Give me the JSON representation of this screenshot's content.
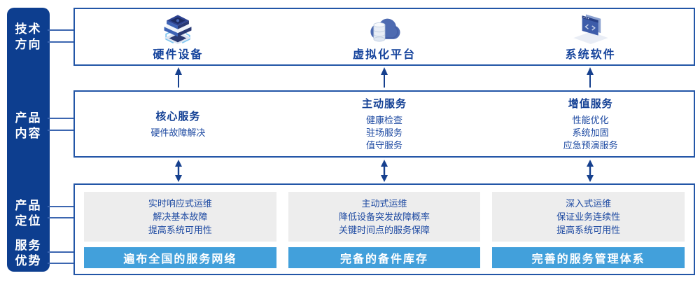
{
  "colors": {
    "sidebar_bg": "#0d3e8f",
    "box_border": "#2356a7",
    "heading_text": "#123f94",
    "body_text": "#1e4aa2",
    "panel_bg": "#ededed",
    "banner_bg": "#42a0db",
    "banner_text": "#ffffff",
    "arrow": "#16408e"
  },
  "sidebar": {
    "items": [
      {
        "label": "技术\n方向"
      },
      {
        "label": "产品\n内容"
      },
      {
        "label": "产品\n定位"
      },
      {
        "label": "服务\n优势"
      }
    ]
  },
  "tech_row": {
    "items": [
      {
        "icon": "server-stack-icon",
        "label": "硬件设备"
      },
      {
        "icon": "cloud-database-icon",
        "label": "虚拟化平台"
      },
      {
        "icon": "code-window-icon",
        "label": "系统软件"
      }
    ]
  },
  "services_row": {
    "columns": [
      {
        "title": "核心服务",
        "items": [
          "硬件故障解决"
        ]
      },
      {
        "title": "主动服务",
        "items": [
          "健康检查",
          "驻场服务",
          "值守服务"
        ]
      },
      {
        "title": "增值服务",
        "items": [
          "性能优化",
          "系统加固",
          "应急预演服务"
        ]
      }
    ]
  },
  "positioning_row": {
    "columns": [
      {
        "lines": [
          "实时响应式运维",
          "解决基本故障",
          "提高系统可用性"
        ],
        "banner": "遍布全国的服务网络"
      },
      {
        "lines": [
          "主动式运维",
          "降低设备突发故障概率",
          "关键时间点的服务保障"
        ],
        "banner": "完备的备件库存"
      },
      {
        "lines": [
          "深入式运维",
          "保证业务连续性",
          "提高系统可用性"
        ],
        "banner": "完善的服务管理体系"
      }
    ]
  }
}
